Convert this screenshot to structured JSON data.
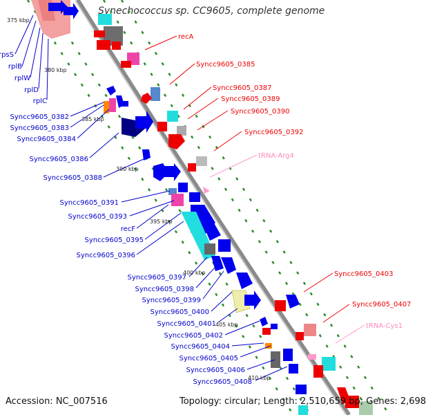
{
  "title": "Synechococcus sp. CC9605, complete genome",
  "accession": "Accession: NC_007516",
  "summary": "Topology: circular; Length: 2,510,659 bp; Genes: 2,698",
  "colors": {
    "forward": "#0000ee",
    "reverse": "#ee0000",
    "rna": "#ff99cc",
    "backbone": "#888888",
    "dashes": "#2a8a2a"
  },
  "kbp_ticks": [
    "375 kbp",
    "380 kbp",
    "385 kbp",
    "390 kbp",
    "395 kbp",
    "400 kbp",
    "405 kbp",
    "410 kbp"
  ],
  "left_labels": [
    "rpsS",
    "rplB",
    "rplW",
    "rplD",
    "rplC",
    "Syncc9605_0382",
    "Syncc9605_0383",
    "Syncc9605_0384",
    "Syncc9605_0386",
    "Syncc9605_0388",
    "Syncc9605_0391",
    "Syncc9605_0393",
    "recF",
    "Syncc9605_0395",
    "Syncc9605_0396",
    "Syncc9605_0397",
    "Syncc9605_0398",
    "Syncc9605_0399",
    "Syncc9605_0400",
    "Syncc9605_0401",
    "Syncc9605_0402",
    "Syncc9605_0404",
    "Syncc9605_0405",
    "Syncc9605_0406",
    "Syncc9605_0408"
  ],
  "right_labels": [
    "recA",
    "Syncc9605_0385",
    "Syncc9605_0387",
    "Syncc9605_0389",
    "Syncc9605_0390",
    "Syncc9605_0392",
    "Syncc9605_0403",
    "Syncc9605_0407"
  ],
  "rna_labels": [
    "tRNA-Arg4",
    "tRNA-Cys1"
  ]
}
